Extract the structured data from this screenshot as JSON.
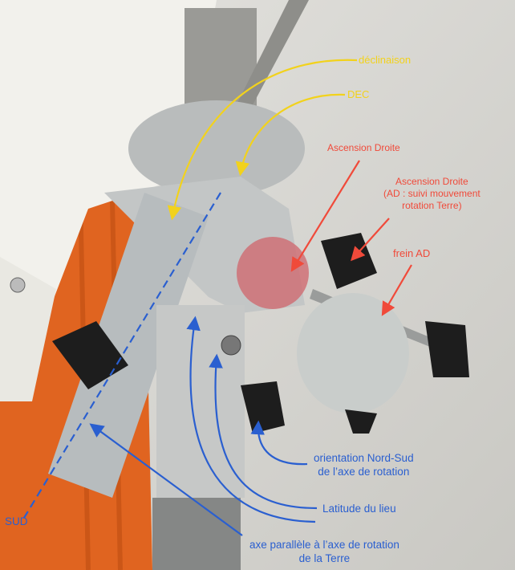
{
  "labels": {
    "declinaison": "déclinaison",
    "dec": "DEC",
    "ascension_droite": "Ascension Droite",
    "ascension_droite_2": {
      "line1": "Ascension Droite",
      "line2": "(AD : suivi mouvement",
      "line3": "rotation Terre)"
    },
    "frein_ad": "frein AD",
    "orientation": {
      "line1": "orientation Nord-Sud",
      "line2": "de l’axe de rotation"
    },
    "latitude": "Latitude du lieu",
    "axe": {
      "line1": "axe  parallèle à l’axe de rotation",
      "line2": "de la Terre"
    },
    "sud": "SUD"
  },
  "colors": {
    "yellow": "#f2d21c",
    "red": "#f04a3a",
    "blue": "#2a5fd0"
  }
}
